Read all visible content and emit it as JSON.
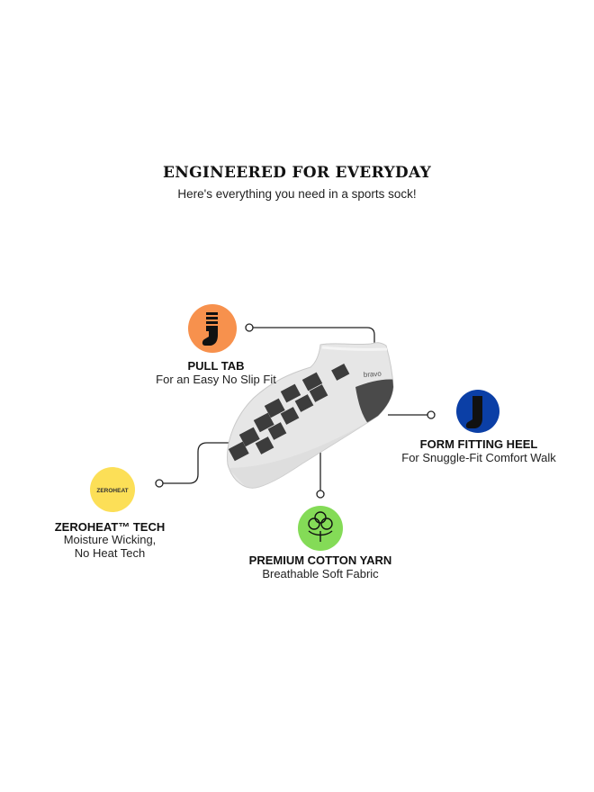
{
  "header": {
    "title": "ENGINEERED FOR EVERYDAY",
    "subtitle": "Here's everything you need in a sports sock!"
  },
  "product": {
    "brand_mark": "bravo"
  },
  "features": {
    "pull_tab": {
      "title": "PULL TAB",
      "description": "For an Easy No Slip Fit",
      "icon": "sock-icon",
      "color": "#F7914D"
    },
    "heel": {
      "title": "FORM FITTING HEEL",
      "description": "For Snuggle-Fit Comfort Walk",
      "icon": "sock-icon",
      "color": "#0B3FA6"
    },
    "zeroheat": {
      "title": "ZEROHEAT™ TECH",
      "description_line1": "Moisture Wicking,",
      "description_line2": "No Heat Tech",
      "icon_text": "ZEROHEAT",
      "color": "#FCDF57"
    },
    "cotton": {
      "title": "PREMIUM COTTON YARN",
      "description": "Breathable Soft Fabric",
      "icon": "cotton-flower-icon",
      "color": "#84DB57"
    }
  }
}
